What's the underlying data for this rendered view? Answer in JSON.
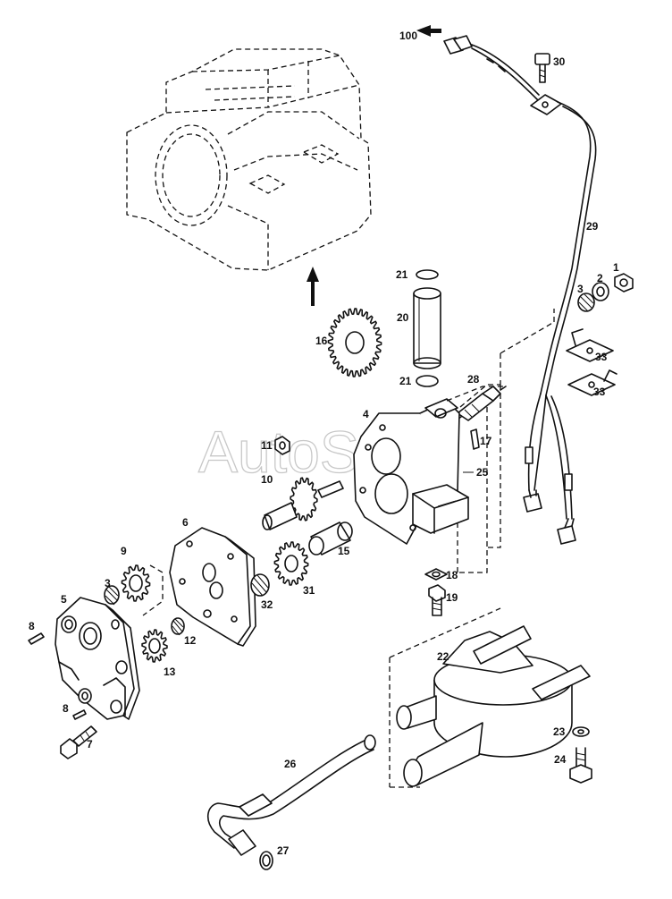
{
  "watermark": "AutoSoft",
  "callouts": {
    "c1": "1",
    "c2": "2",
    "c3a": "3",
    "c3b": "3",
    "c4": "4",
    "c5": "5",
    "c6": "6",
    "c7": "7",
    "c8a": "8",
    "c8b": "8",
    "c9": "9",
    "c10": "10",
    "c11": "11",
    "c12": "12",
    "c13": "13",
    "c15": "15",
    "c16": "16",
    "c17": "17",
    "c18": "18",
    "c19": "19",
    "c20": "20",
    "c21a": "21",
    "c21b": "21",
    "c22": "22",
    "c23": "23",
    "c24": "24",
    "c25": "25",
    "c26": "26",
    "c27": "27",
    "c28": "28",
    "c29": "29",
    "c30": "30",
    "c31": "31",
    "c32": "32",
    "c33a": "33",
    "c33b": "33",
    "c100": "100"
  }
}
